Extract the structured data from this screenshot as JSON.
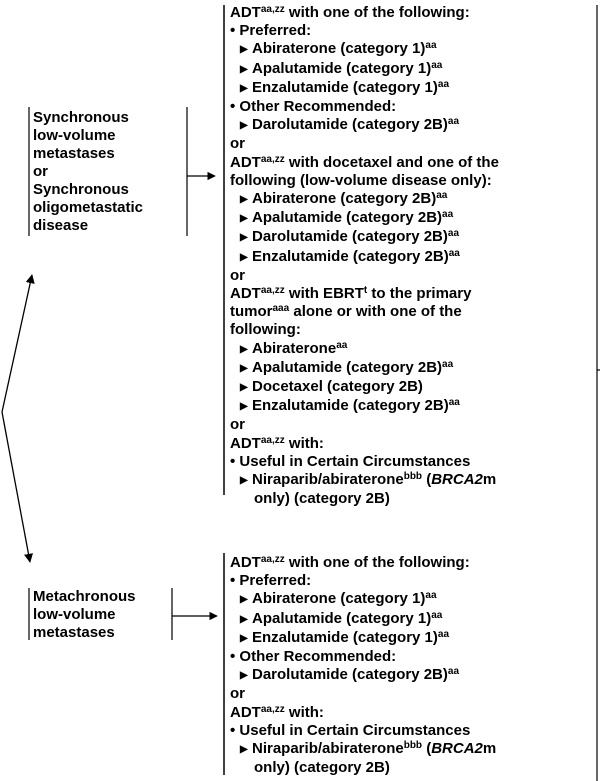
{
  "left_labels": {
    "synchronous": [
      "Synchronous",
      "low-volume",
      "metastases",
      "or",
      "Synchronous",
      "oligometastatic",
      "disease"
    ],
    "metachronous": [
      "Metachronous",
      "low-volume",
      "metastases"
    ]
  },
  "top_block": {
    "opt1_head": {
      "t1": "ADT",
      "sup1": "aa,zz",
      "t2": " with one of the following:"
    },
    "opt1_pref": "• Preferred:",
    "opt1_items": [
      {
        "text": "Abiraterone (category 1)",
        "sup": "aa"
      },
      {
        "text": "Apalutamide (category 1)",
        "sup": "aa"
      },
      {
        "text": "Enzalutamide (category 1)",
        "sup": "aa"
      }
    ],
    "opt1_other": "• Other Recommended:",
    "opt1_other_items": [
      {
        "text": "Darolutamide (category 2B)",
        "sup": "aa"
      }
    ],
    "or1": "or",
    "opt2_head1": {
      "t1": "ADT",
      "sup1": "aa,zz",
      "t2": " with docetaxel and one of the"
    },
    "opt2_head2": "following (low-volume disease only):",
    "opt2_items": [
      {
        "text": "Abiraterone (category 2B)",
        "sup": "aa"
      },
      {
        "text": "Apalutamide (category 2B)",
        "sup": "aa"
      },
      {
        "text": "Darolutamide (category 2B)",
        "sup": "aa"
      },
      {
        "text": "Enzalutamide (category 2B)",
        "sup": "aa"
      }
    ],
    "or2": "or",
    "opt3_head1": {
      "t1": "ADT",
      "sup1": "aa,zz",
      "t2": " with EBRT",
      "sup2": "t",
      "t3": " to the primary"
    },
    "opt3_head2": {
      "t1": "tumor",
      "sup1": "aaa",
      "t2": " alone or with one of the"
    },
    "opt3_head3": "following:",
    "opt3_items": [
      {
        "text": "Abiraterone",
        "sup": "aa"
      },
      {
        "text": "Apalutamide (category 2B)",
        "sup": "aa"
      },
      {
        "text": "Docetaxel (category 2B)",
        "sup": ""
      },
      {
        "text": "Enzalutamide (category 2B)",
        "sup": "aa"
      }
    ],
    "or3": "or",
    "opt4_head": {
      "t1": "ADT",
      "sup1": "aa,zz",
      "t2": " with:"
    },
    "opt4_useful": "• Useful in Certain Circumstances",
    "opt4_item": {
      "t1": "Niraparib/abiraterone",
      "sup": "bbb",
      "t2": " (",
      "ital": "BRCA2",
      "t3": "m"
    },
    "opt4_item_cont": "only) (category 2B)"
  },
  "bottom_block": {
    "head": {
      "t1": "ADT",
      "sup1": "aa,zz",
      "t2": " with one of the following:"
    },
    "pref": "•  Preferred:",
    "items": [
      {
        "text": "Abiraterone (category 1)",
        "sup": "aa"
      },
      {
        "text": "Apalutamide (category 1)",
        "sup": "aa"
      },
      {
        "text": "Enzalutamide (category 1)",
        "sup": "aa"
      }
    ],
    "other": "• Other Recommended:",
    "other_items": [
      {
        "text": "Darolutamide (category 2B)",
        "sup": "aa"
      }
    ],
    "or1": "or",
    "head2": {
      "t1": "ADT",
      "sup1": "aa,zz",
      "t2": " with:"
    },
    "useful": "• Useful in Certain Circumstances",
    "item": {
      "t1": "Niraparib/abiraterone",
      "sup": "bbb",
      "t2": " (",
      "ital": "BRCA2",
      "t3": "m"
    },
    "item_cont": "only) (category 2B)"
  }
}
